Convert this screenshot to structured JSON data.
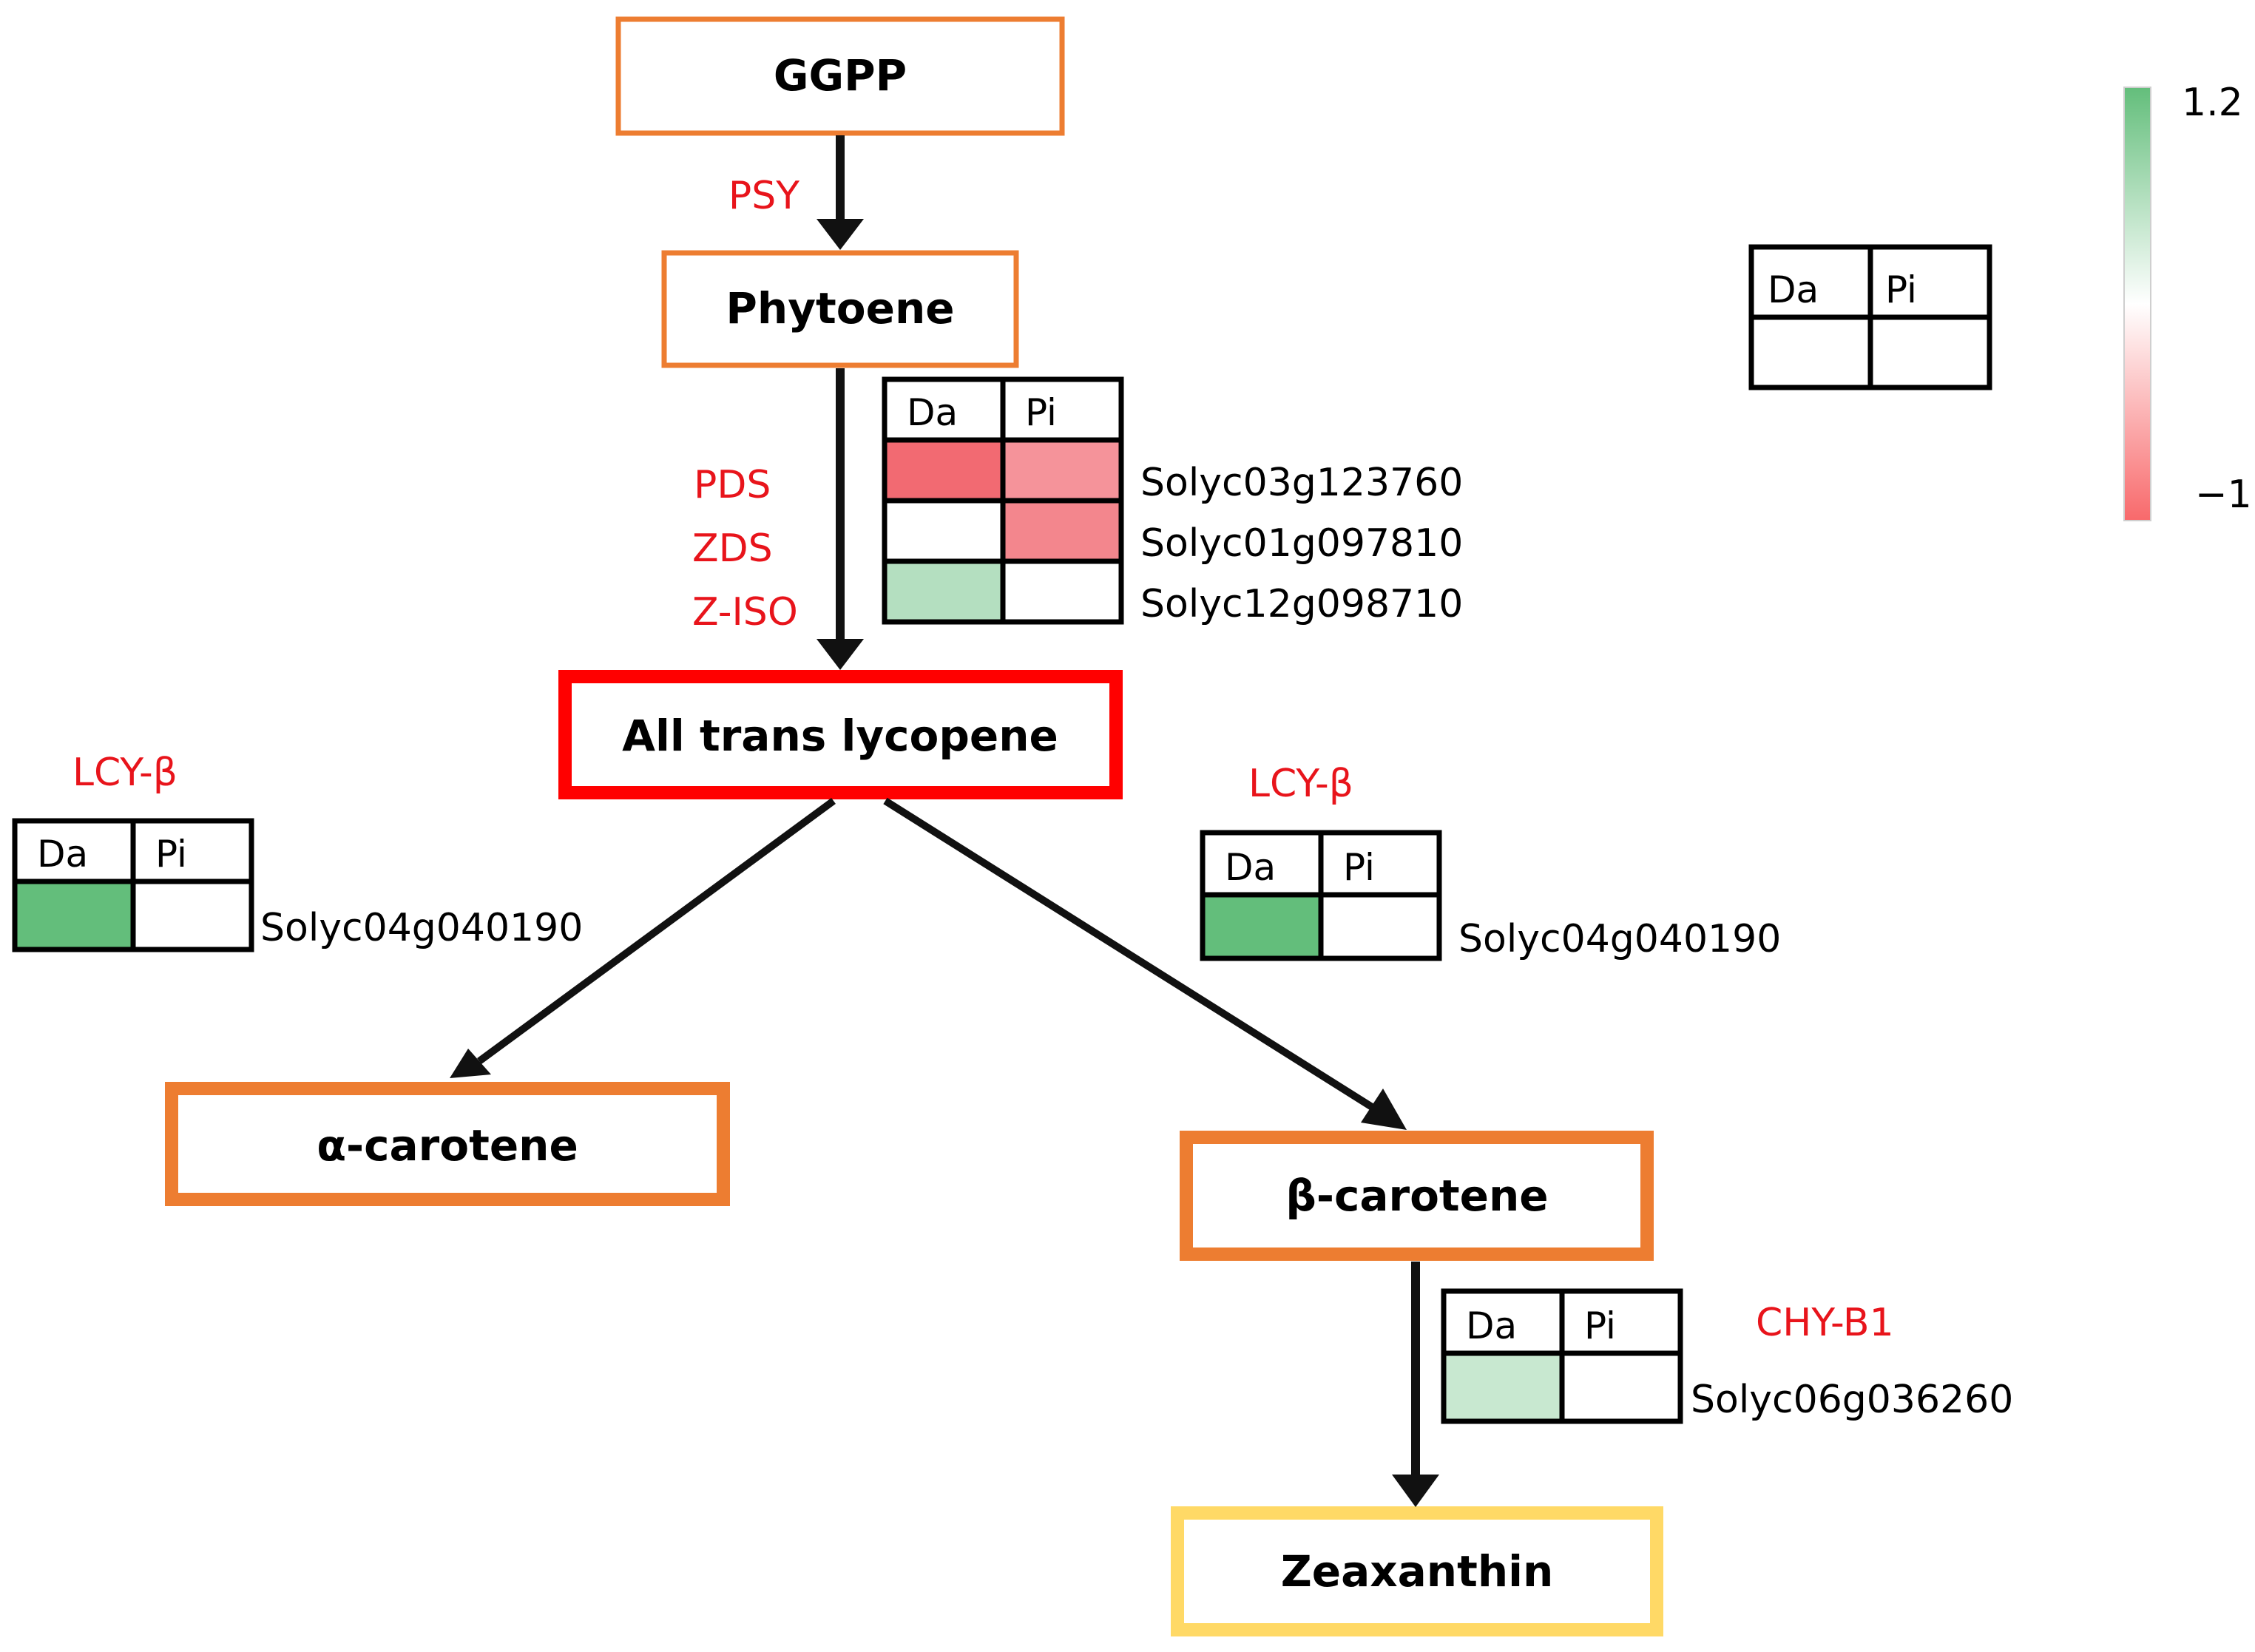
{
  "nodes": {
    "ggpp": "GGPP",
    "phytoene": "Phytoene",
    "lycopene": "All trans lycopene",
    "alpha_carotene": "α-carotene",
    "beta_carotene": "β-carotene",
    "zeaxanthin": "Zeaxanthin"
  },
  "enzymes": {
    "psy": "PSY",
    "pds": "PDS",
    "zds": "ZDS",
    "ziso": "Z-ISO",
    "lcyb_left": "LCY-β",
    "lcyb_right": "LCY-β",
    "chyb1": "CHY-B1"
  },
  "column_headers": {
    "da": "Da",
    "pi": "Pi"
  },
  "heatmaps": {
    "phytoene_lycopene": {
      "genes": [
        "Solyc03g123760",
        "Solyc01g097810",
        "Solyc12g098710"
      ],
      "cells": [
        [
          "#f26a72",
          "#f5939a"
        ],
        [
          "#ffffff",
          "#f3868d"
        ],
        [
          "#b4dfc0",
          "#ffffff"
        ]
      ]
    },
    "lcyb_left": {
      "genes": [
        "Solyc04g040190"
      ],
      "cells": [
        [
          "#63be7b",
          "#ffffff"
        ]
      ]
    },
    "lcyb_right": {
      "genes": [
        "Solyc04g040190"
      ],
      "cells": [
        [
          "#63be7b",
          "#ffffff"
        ]
      ]
    },
    "chyb1": {
      "genes": [
        "Solyc06g036260"
      ],
      "cells": [
        [
          "#c8e8d0",
          "#ffffff"
        ]
      ]
    }
  },
  "color_scale": {
    "max_label": "1.2",
    "min_label": "−1",
    "max_color": "#63be7b",
    "mid_color": "#ffffff",
    "min_color": "#f8696b"
  },
  "colors": {
    "ggpp_border": "#ed7d31",
    "lycopene_border": "#ff0000",
    "carotene_border": "#ed7d31",
    "zeaxanthin_border": "#ffd966"
  }
}
